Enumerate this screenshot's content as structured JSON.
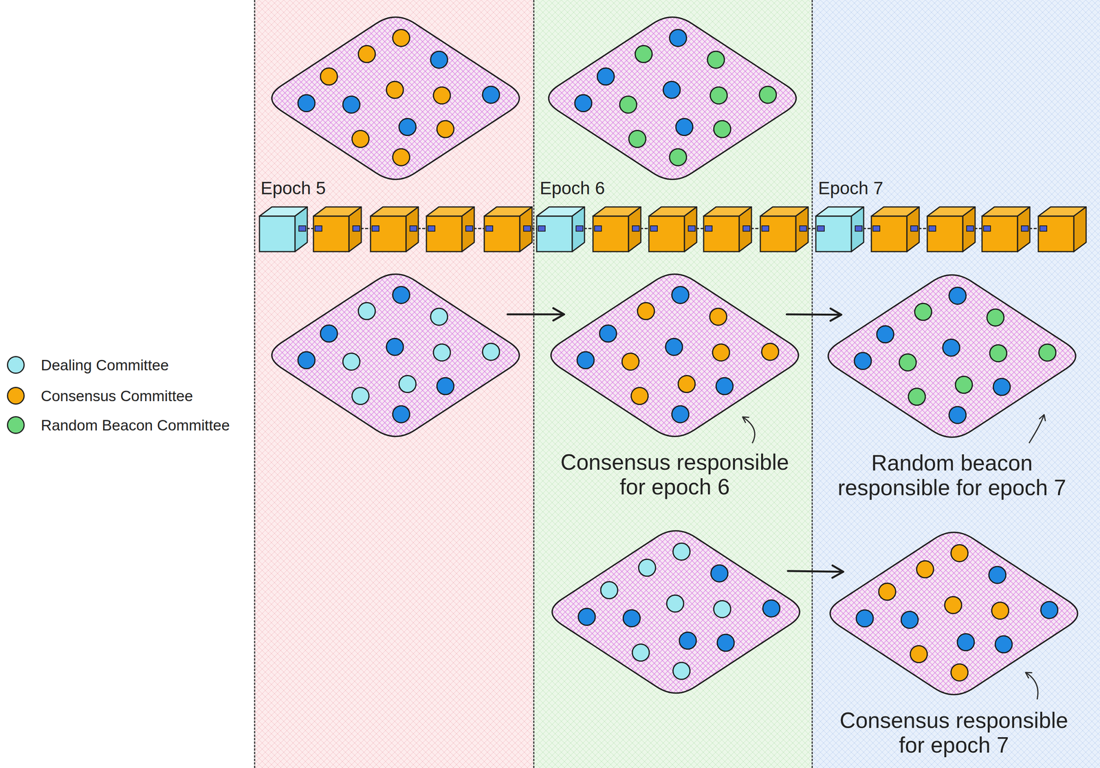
{
  "diagram": {
    "nodes": [
      {
        "text": [
          "Epoch 5"
        ]
      },
      {
        "text": [
          "Epoch 6"
        ]
      },
      {
        "text": [
          "Epoch 7"
        ]
      },
      {
        "text": [],
        "in": 0
      },
      {
        "text": [],
        "in": 0
      },
      {
        "text": [],
        "in": 1
      },
      {
        "text": [
          "Consensus responsible for epoch 6"
        ],
        "in": 1
      },
      {
        "text": [],
        "in": 1
      },
      {
        "text": [
          "Random beacon responsible for epoch 7"
        ],
        "in": 2
      },
      {
        "text": [
          "Consensus responsible for epoch 7"
        ],
        "in": 2
      }
    ],
    "edges": [
      {
        "from": 4,
        "to": 6,
        "arrow": "to"
      },
      {
        "from": 6,
        "to": 8,
        "arrow": "to"
      },
      {
        "from": 7,
        "to": 9,
        "arrow": "to"
      }
    ],
    "legend": [
      {
        "text": "Dealing Committee",
        "color": "#a0e8f0"
      },
      {
        "text": "Consensus Committee",
        "color": "#f7aa0c"
      },
      {
        "text": "Random Beacon Committee",
        "color": "#6dd77c"
      }
    ]
  }
}
